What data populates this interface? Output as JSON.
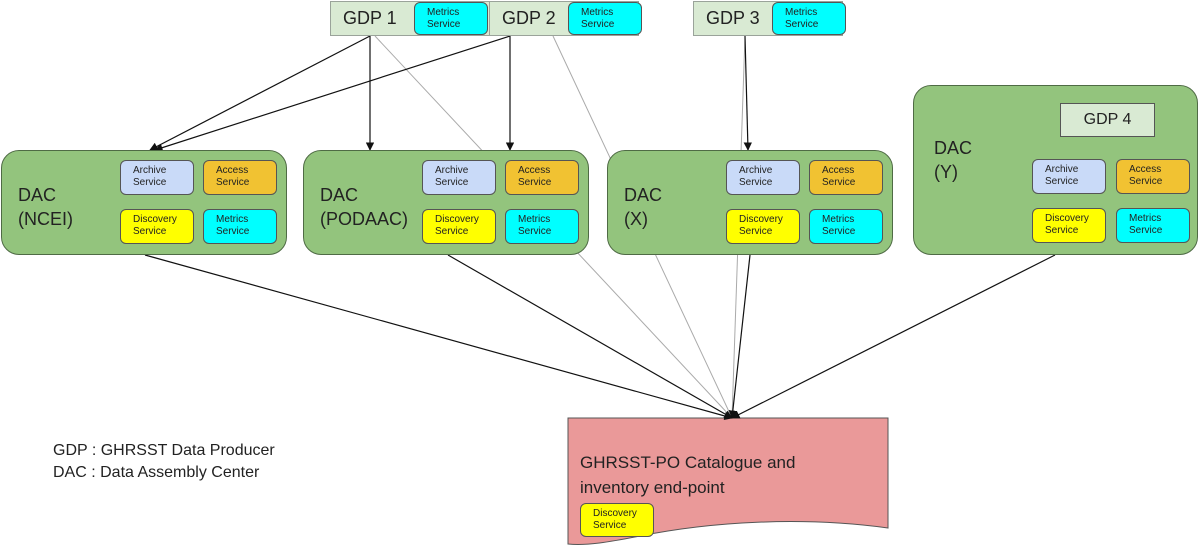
{
  "producers": [
    {
      "label": "GDP 1",
      "service": "Metrics\nService"
    },
    {
      "label": "GDP 2",
      "service": "Metrics\nService"
    },
    {
      "label": "GDP 3",
      "service": "Metrics\nService"
    }
  ],
  "dacs": [
    {
      "name": "DAC\n(NCEI)",
      "archive": "Archive\nService",
      "access": "Access\nService",
      "discovery": "Discovery\nService",
      "metrics": "Metrics\nService"
    },
    {
      "name": "DAC\n(PODAAC)",
      "archive": "Archive\nService",
      "access": "Access\nService",
      "discovery": "Discovery\nService",
      "metrics": "Metrics\nService"
    },
    {
      "name": "DAC\n(X)",
      "archive": "Archive\nService",
      "access": "Access\nService",
      "discovery": "Discovery\nService",
      "metrics": "Metrics\nService"
    },
    {
      "name": "DAC\n(Y)",
      "gdp": "GDP 4",
      "archive": "Archive\nService",
      "access": "Access\nService",
      "discovery": "Discovery\nService",
      "metrics": "Metrics\nService"
    }
  ],
  "catalogue": {
    "title": "GHRSST-PO Catalogue and\ninventory end-point",
    "service": "Discovery\nService"
  },
  "legend": {
    "gdp": "GDP : GHRSST Data Producer",
    "dac": "DAC : Data Assembly Center"
  },
  "colors": {
    "gdp_fill": "#d9ead3",
    "dac_fill": "#93c47d",
    "archive": "#c9daf8",
    "access": "#f1c232",
    "discovery": "#ffff00",
    "metrics": "#00ffff",
    "catalogue_fill": "#ea9999"
  }
}
